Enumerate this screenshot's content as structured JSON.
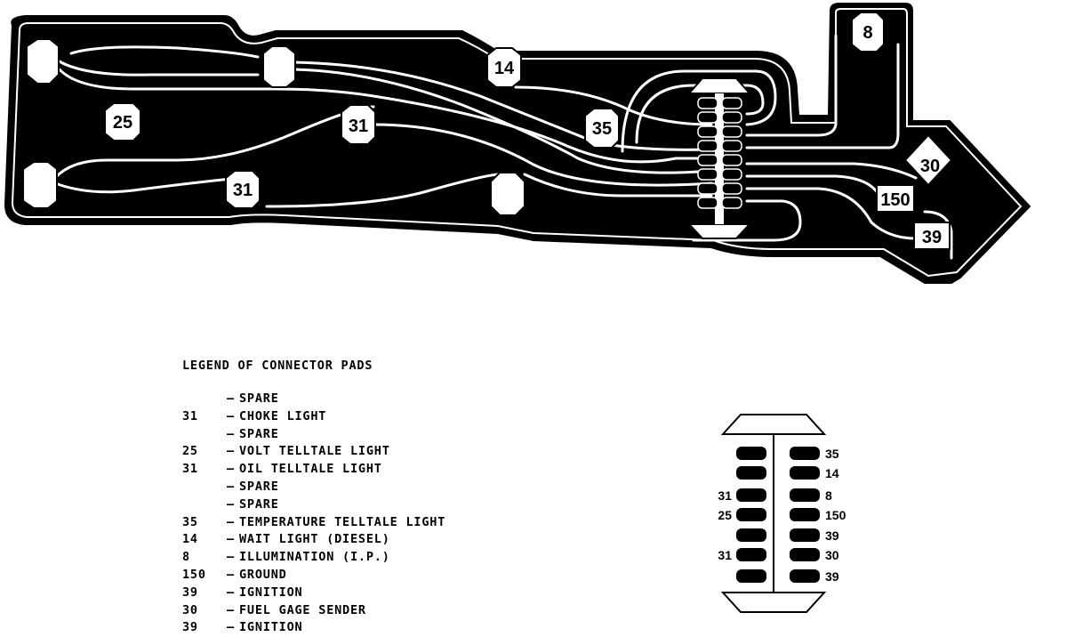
{
  "board": {
    "pads": [
      {
        "id": "pad-8",
        "label": "8"
      },
      {
        "id": "pad-14",
        "label": "14"
      },
      {
        "id": "pad-25",
        "label": "25"
      },
      {
        "id": "pad-31-upper",
        "label": "31"
      },
      {
        "id": "pad-31-lower",
        "label": "31"
      },
      {
        "id": "pad-35",
        "label": "35"
      },
      {
        "id": "pad-30",
        "label": "30"
      },
      {
        "id": "pad-150",
        "label": "150"
      },
      {
        "id": "pad-39",
        "label": "39"
      }
    ]
  },
  "legend": {
    "title": "LEGEND OF CONNECTOR PADS",
    "rows": [
      {
        "num": "",
        "desc": "SPARE"
      },
      {
        "num": "31",
        "desc": "CHOKE LIGHT"
      },
      {
        "num": "",
        "desc": "SPARE"
      },
      {
        "num": "25",
        "desc": "VOLT TELLTALE LIGHT"
      },
      {
        "num": "31",
        "desc": "OIL TELLTALE LIGHT"
      },
      {
        "num": "",
        "desc": "SPARE"
      },
      {
        "num": "",
        "desc": "SPARE"
      },
      {
        "num": "35",
        "desc": "TEMPERATURE TELLTALE LIGHT"
      },
      {
        "num": "14",
        "desc": "WAIT LIGHT (DIESEL)"
      },
      {
        "num": "8",
        "desc": "ILLUMINATION (I.P.)"
      },
      {
        "num": "150",
        "desc": "GROUND"
      },
      {
        "num": "39",
        "desc": "IGNITION"
      },
      {
        "num": "30",
        "desc": "FUEL GAGE SENDER"
      },
      {
        "num": "39",
        "desc": "IGNITION"
      }
    ]
  },
  "connector": {
    "left": [
      "",
      "",
      "31",
      "25",
      "",
      "31",
      ""
    ],
    "right": [
      "35",
      "14",
      "8",
      "150",
      "39",
      "30",
      "39"
    ]
  }
}
